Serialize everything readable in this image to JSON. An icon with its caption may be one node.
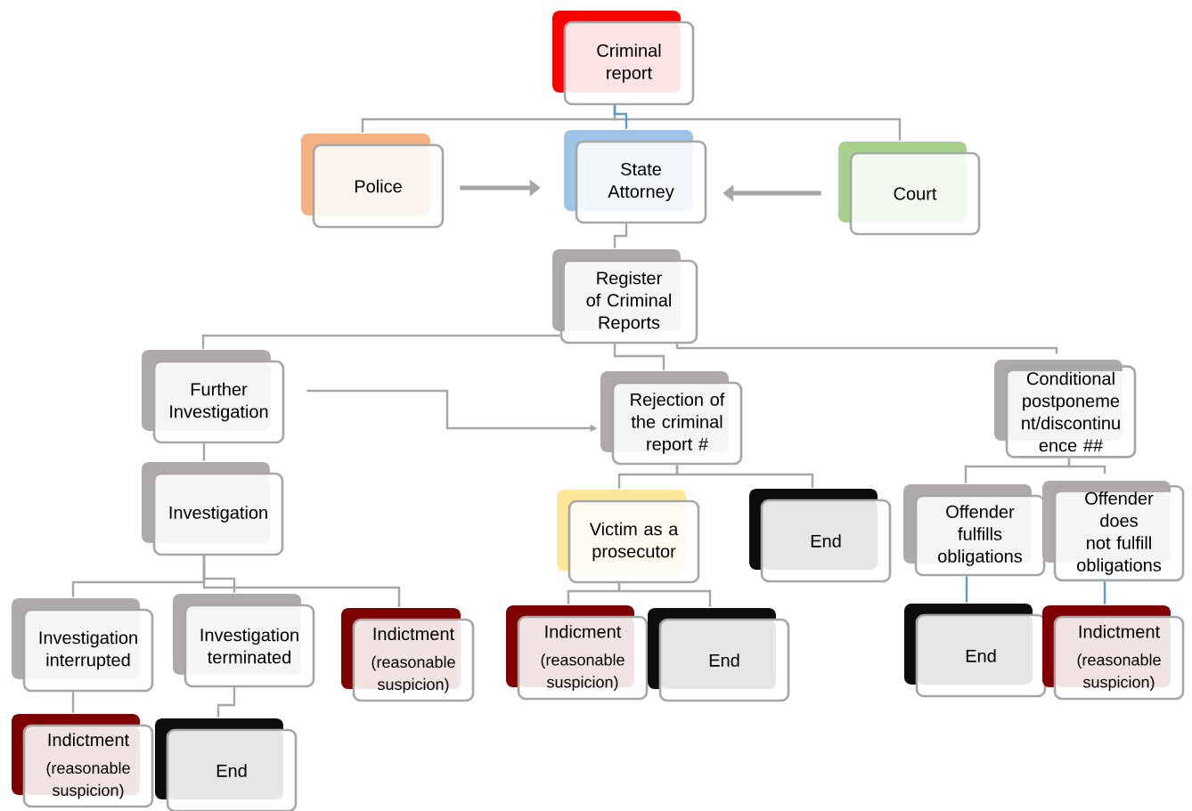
{
  "diagram": {
    "nodes": [
      {
        "text": [
          "Criminal report"
        ]
      },
      {
        "text": [
          "Police"
        ]
      },
      {
        "text": [
          "State Attorney"
        ]
      },
      {
        "text": [
          "Court"
        ]
      },
      {
        "text": [
          "Register of Criminal Reports"
        ]
      },
      {
        "text": [
          "Further Investigation"
        ]
      },
      {
        "text": [
          "Rejection of the criminal report #"
        ]
      },
      {
        "text": [
          "Conditional postponeme nt/discontinu ence ##"
        ]
      },
      {
        "text": [
          "Investigation"
        ]
      },
      {
        "text": [
          "Victim as a prosecutor"
        ]
      },
      {
        "text": [
          "End"
        ]
      },
      {
        "text": [
          "Offender fulfills obligations"
        ]
      },
      {
        "text": [
          "Offender does not fulfill obligations"
        ]
      },
      {
        "text": [
          "Investigation interrupted"
        ]
      },
      {
        "text": [
          "Investigation terminated"
        ]
      },
      {
        "text": [
          "Indictment",
          "(reasonable suspicion)"
        ]
      },
      {
        "text": [
          "Indicment",
          "(reasonable suspicion)"
        ]
      },
      {
        "text": [
          "End"
        ]
      },
      {
        "text": [
          "End"
        ]
      },
      {
        "text": [
          "Indictment",
          "(reasonable suspicion)"
        ]
      },
      {
        "text": [
          "Indictment",
          "(reasonable suspicion)"
        ]
      },
      {
        "text": [
          "End"
        ]
      }
    ],
    "edges": [
      {
        "from": 0,
        "to": 1,
        "arrow": "none"
      },
      {
        "from": 0,
        "to": 3,
        "arrow": "none"
      },
      {
        "from": 0,
        "to": 2,
        "arrow": "none",
        "color": "#5b9bd5"
      },
      {
        "from": 1,
        "to": 2,
        "arrow": "to",
        "style": "thick"
      },
      {
        "from": 3,
        "to": 2,
        "arrow": "to",
        "style": "thick"
      },
      {
        "from": 2,
        "to": 4,
        "arrow": "none"
      },
      {
        "from": 4,
        "to": 5,
        "arrow": "none"
      },
      {
        "from": 4,
        "to": 6,
        "arrow": "none"
      },
      {
        "from": 4,
        "to": 7,
        "arrow": "none"
      },
      {
        "from": 5,
        "to": 6,
        "arrow": "to"
      },
      {
        "from": 5,
        "to": 8,
        "arrow": "none"
      },
      {
        "from": 6,
        "to": 9,
        "arrow": "none"
      },
      {
        "from": 6,
        "to": 10,
        "arrow": "none"
      },
      {
        "from": 7,
        "to": 11,
        "arrow": "none"
      },
      {
        "from": 7,
        "to": 12,
        "arrow": "none"
      },
      {
        "from": 8,
        "to": 13,
        "arrow": "none"
      },
      {
        "from": 8,
        "to": 14,
        "arrow": "none"
      },
      {
        "from": 8,
        "to": 15,
        "arrow": "none"
      },
      {
        "from": 9,
        "to": 16,
        "arrow": "none"
      },
      {
        "from": 9,
        "to": 17,
        "arrow": "none"
      },
      {
        "from": 11,
        "to": 18,
        "arrow": "none",
        "color": "#5b9bd5"
      },
      {
        "from": 12,
        "to": 19,
        "arrow": "none",
        "color": "#5b9bd5"
      },
      {
        "from": 13,
        "to": 20,
        "arrow": "none"
      },
      {
        "from": 14,
        "to": 21,
        "arrow": "none"
      }
    ]
  }
}
